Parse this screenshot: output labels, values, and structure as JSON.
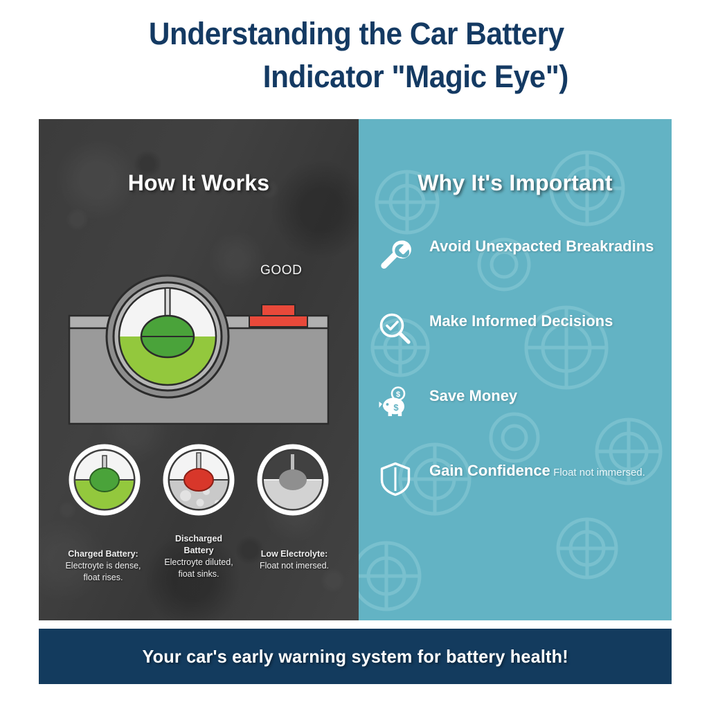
{
  "title": {
    "line1": "Understanding the Car Battery",
    "line2": "Indicator \"Magic Eye\")"
  },
  "left_panel": {
    "heading": "How It Works",
    "status_label": "GOOD",
    "indicators": [
      {
        "name": "charged",
        "title": "Charged Battery:",
        "desc_line1": "Electroyte is dense,",
        "desc_line2": "float rises.",
        "float_color": "#4aa33a",
        "electrolyte_color": "#93c83d"
      },
      {
        "name": "discharged",
        "title_line1": "Discharged",
        "title_line2": "Battery",
        "desc_line1": "Electroyte diluted,",
        "desc_line2": "fioat sinks.",
        "float_color": "#d8372a",
        "electrolyte_color": "#c9c9c9"
      },
      {
        "name": "low-electrolyte",
        "title": "Low Electrolyte:",
        "desc_line1": "Float not imersed.",
        "desc_line2": "",
        "float_color": "#8f8f8f",
        "electrolyte_color": "#d2d2d2"
      }
    ]
  },
  "right_panel": {
    "heading": "Why It's Important",
    "benefits": [
      {
        "icon": "wrench-icon",
        "title": "Avoid Unexpacted Breakradins",
        "sub": ""
      },
      {
        "icon": "magnifier-check-icon",
        "title": "Make Informed Decisions",
        "sub": ""
      },
      {
        "icon": "piggy-bank-icon",
        "title": "Save Money",
        "sub": ""
      },
      {
        "icon": "shield-icon",
        "title": "Gain Confidence",
        "sub": "Float not immersed."
      }
    ]
  },
  "banner": {
    "text": "Your car's early warning system for battery health!"
  },
  "colors": {
    "navy": "#143a63",
    "banner_navy": "#133b5e",
    "teal": "#63b3c4",
    "dark_panel": "#3e3e3e",
    "green_electrolyte": "#93c83d",
    "green_float": "#4aa33a",
    "red_terminal": "#e8493a",
    "battery_gray": "#9a9a9a"
  }
}
